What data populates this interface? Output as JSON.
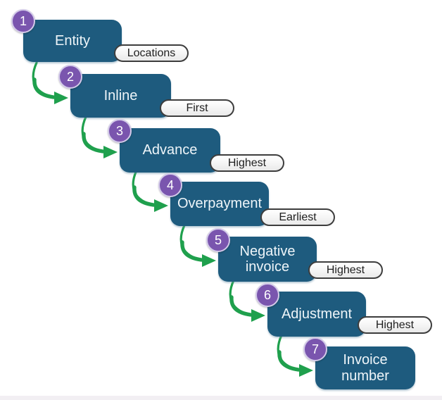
{
  "diagram": {
    "steps": [
      {
        "number": "1",
        "label": "Entity",
        "tag": "Locations"
      },
      {
        "number": "2",
        "label": "Inline",
        "tag": "First"
      },
      {
        "number": "3",
        "label": "Advance",
        "tag": "Highest"
      },
      {
        "number": "4",
        "label": "Overpayment",
        "tag": "Earliest"
      },
      {
        "number": "5",
        "label": "Negative invoice",
        "tag": "Highest"
      },
      {
        "number": "6",
        "label": "Adjustment",
        "tag": "Highest"
      },
      {
        "number": "7",
        "label": "Invoice number"
      }
    ],
    "colors": {
      "box_blue": "#1e5b7e",
      "box_text": "#eef5f9",
      "badge_purple": "#7a55ae",
      "badge_ring": "#d3cae9",
      "arrow_green": "#1fa04d",
      "pill_border": "#3d3d3d",
      "pill_text": "#1f1f1f"
    }
  }
}
